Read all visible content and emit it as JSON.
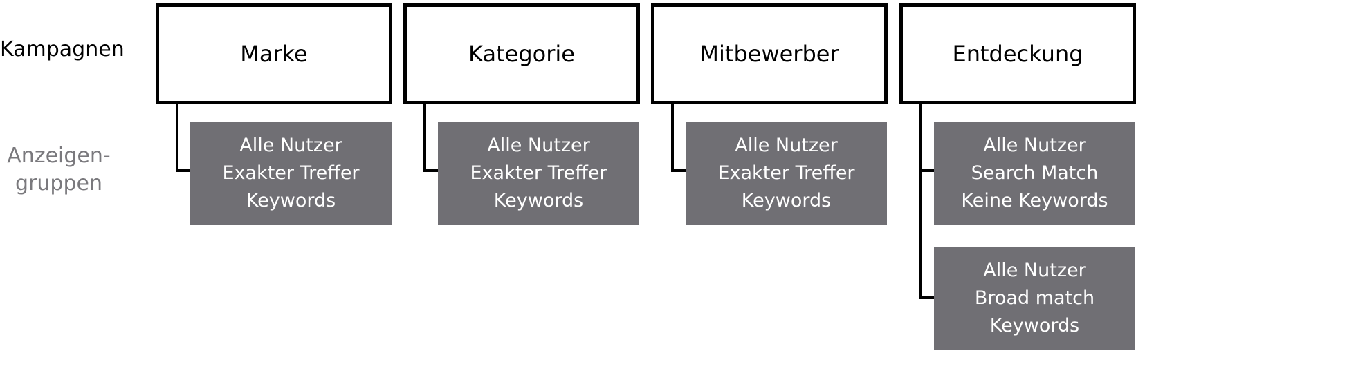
{
  "row_labels": {
    "campaigns": "Kampagnen",
    "ad_groups": "Anzeigen-\ngruppen"
  },
  "campaigns": [
    {
      "title": "Marke",
      "ad_groups": [
        {
          "lines": [
            "Alle Nutzer",
            "Exakter Treffer",
            "Keywords"
          ]
        }
      ]
    },
    {
      "title": "Kategorie",
      "ad_groups": [
        {
          "lines": [
            "Alle Nutzer",
            "Exakter Treffer",
            "Keywords"
          ]
        }
      ]
    },
    {
      "title": "Mitbewerber",
      "ad_groups": [
        {
          "lines": [
            "Alle Nutzer",
            "Exakter Treffer",
            "Keywords"
          ]
        }
      ]
    },
    {
      "title": "Entdeckung",
      "ad_groups": [
        {
          "lines": [
            "Alle Nutzer",
            "Search Match",
            "Keine Keywords"
          ]
        },
        {
          "lines": [
            "Alle Nutzer",
            "Broad match",
            "Keywords"
          ]
        }
      ]
    }
  ],
  "colors": {
    "campaign_border": "#000000",
    "ad_group_fill": "#706f74",
    "ad_group_text": "#ffffff",
    "secondary_label": "#7a797d"
  }
}
